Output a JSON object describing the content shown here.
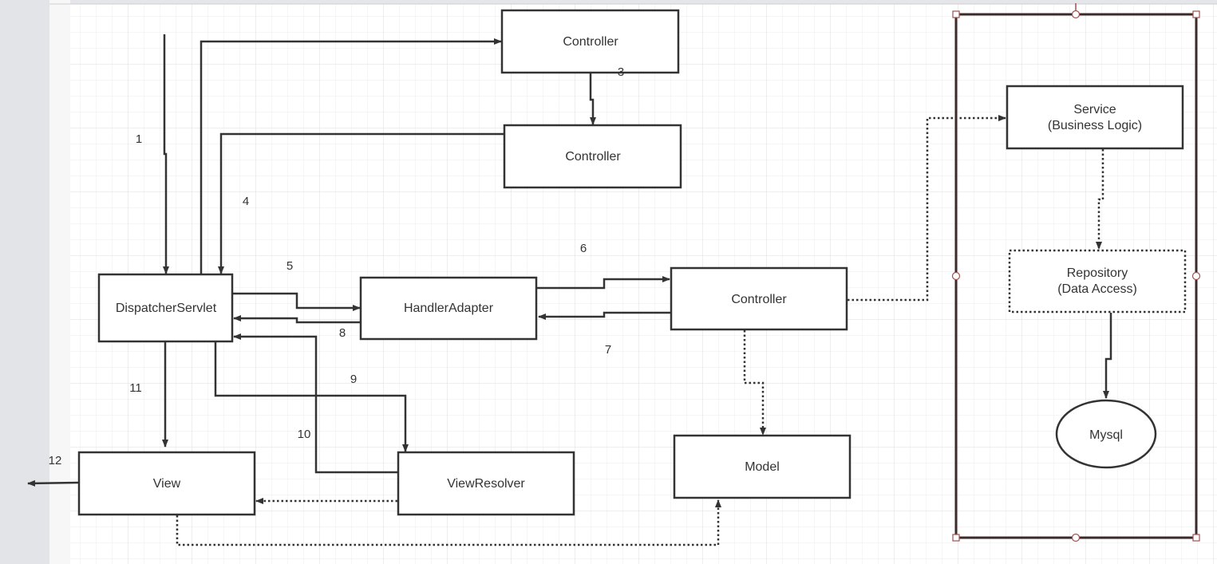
{
  "diagram": {
    "nodes": {
      "controller_top": {
        "label": "Controller"
      },
      "controller_mid": {
        "label": "Controller"
      },
      "dispatcher": {
        "label": "DispatcherServlet"
      },
      "handler_adapter": {
        "label": "HandlerAdapter"
      },
      "controller_main": {
        "label": "Controller"
      },
      "view": {
        "label": "View"
      },
      "view_resolver": {
        "label": "ViewResolver"
      },
      "model": {
        "label": "Model"
      },
      "service": {
        "label_line1": "Service",
        "label_line2": "(Business Logic)"
      },
      "repository": {
        "label_line1": "Repository",
        "label_line2": "(Data Access)"
      },
      "mysql": {
        "label": "Mysql"
      }
    },
    "step_labels": {
      "s1": "1",
      "s3": "3",
      "s4": "4",
      "s5": "5",
      "s6": "6",
      "s7": "7",
      "s8": "8",
      "s9": "9",
      "s10": "10",
      "s11": "11",
      "s12": "12"
    }
  },
  "colors": {
    "line": "#333333",
    "grid": "#e6e6e6",
    "background": "#ffffff",
    "container_border": "#3a2a2a",
    "selection_handle": "#a05050"
  }
}
